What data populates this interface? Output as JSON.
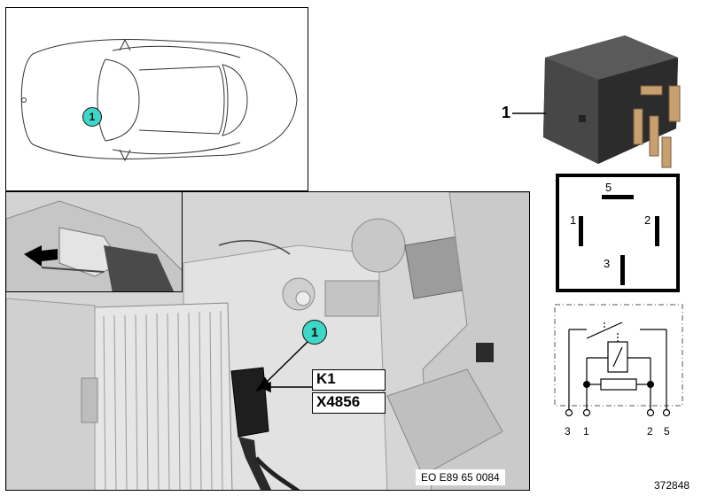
{
  "car_view": {
    "callout": "1"
  },
  "photo": {
    "callout": "1",
    "tags": [
      "K1",
      "X4856"
    ],
    "code": "EO E89 65 0084"
  },
  "part": {
    "label": "1"
  },
  "pin_diagram": {
    "pins": [
      "5",
      "1",
      "2",
      "3"
    ]
  },
  "schematic": {
    "terminals": [
      "3",
      "1",
      "2",
      "5"
    ]
  },
  "doc_number": "372848"
}
